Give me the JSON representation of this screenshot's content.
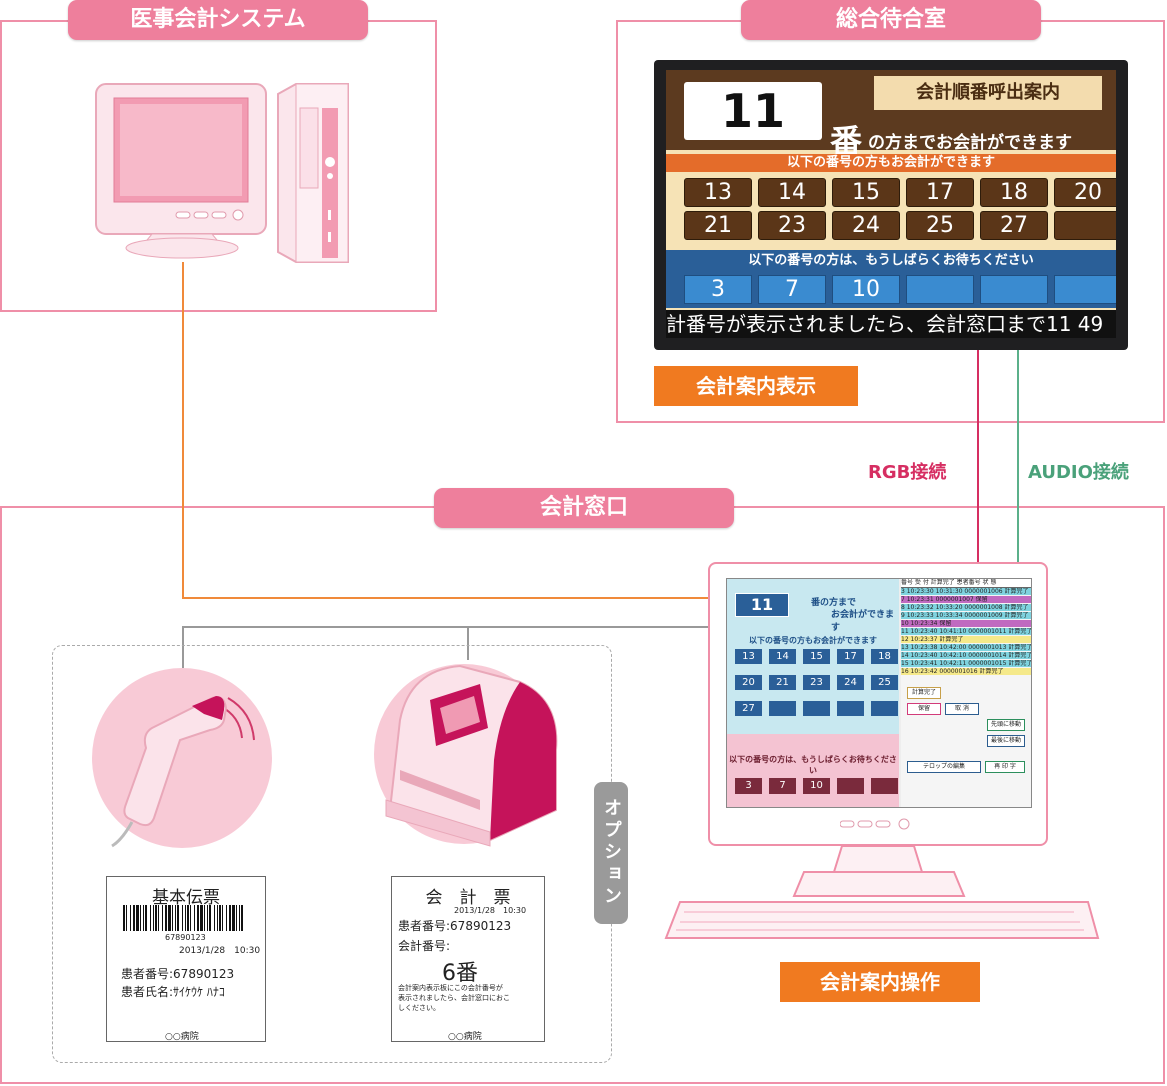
{
  "sections": {
    "accounting_system": "医事会計システム",
    "waiting_room": "総合待合室",
    "counter": "会計窓口"
  },
  "labels": {
    "display": "会計案内表示",
    "operation": "会計案内操作",
    "rgb": "RGB接続",
    "audio": "AUDIO接続",
    "option": "オプション"
  },
  "colors": {
    "pink": "#ee7f9c",
    "orange": "#f07a20",
    "rgb_line": "#d62e62",
    "audio_line": "#5bb08a"
  },
  "display_screen": {
    "current_number": "11",
    "guide_title": "会計順番呼出案内",
    "banner_ban": "番",
    "banner_rest": "の方までお会計ができます",
    "ready_heading": "以下の番号の方もお会計ができます",
    "ready_numbers": [
      "13",
      "14",
      "15",
      "17",
      "18",
      "20",
      "21",
      "23",
      "24",
      "25",
      "27",
      ""
    ],
    "wait_heading": "以下の番号の方は、もうしばらくお待ちください",
    "wait_numbers": [
      "3",
      "7",
      "10",
      "",
      "",
      ""
    ],
    "ticker": "計番号が表示されましたら、会計窓口まで11 49"
  },
  "operation_screen": {
    "current_number": "11",
    "banner_line1": "番の方まで",
    "banner_line2": "お会計ができます",
    "ready_heading": "以下の番号の方もお会計ができます",
    "ready_numbers": [
      "13",
      "14",
      "15",
      "17",
      "18",
      "20",
      "21",
      "23",
      "24",
      "25",
      "27",
      "",
      "",
      "",
      ""
    ],
    "wait_heading": "以下の番号の方は、もうしばらくお待ちください",
    "wait_numbers": [
      "3",
      "7",
      "10",
      "",
      ""
    ],
    "table_header": [
      "番号",
      "受 付",
      "計算完了",
      "患者番号",
      "状 態"
    ],
    "rows": [
      [
        "3",
        "10:23:30",
        "10:31:30",
        "0000001006",
        "計算完了"
      ],
      [
        "7",
        "10:23:31",
        "",
        "0000001007",
        "保留"
      ],
      [
        "8",
        "10:23:32",
        "10:33:20",
        "0000001008",
        "計算完了"
      ],
      [
        "9",
        "10:23:33",
        "10:33:34",
        "0000001009",
        "計算完了"
      ],
      [
        "10",
        "10:23:34",
        "",
        "",
        "保留"
      ],
      [
        "11",
        "10:23:40",
        "10:41:10",
        "0000001011",
        "計算完了"
      ],
      [
        "12",
        "10:23:37",
        "",
        "",
        "計算完了"
      ],
      [
        "13",
        "10:23:38",
        "10:42:00",
        "0000001013",
        "計算完了"
      ],
      [
        "14",
        "10:23:40",
        "10:42:10",
        "0000001014",
        "計算完了"
      ],
      [
        "15",
        "10:23:41",
        "10:42:11",
        "0000001015",
        "計算完了"
      ],
      [
        "16",
        "10:23:42",
        "",
        "0000001016",
        "計算完了"
      ]
    ],
    "buttons": {
      "b1": "計算完了",
      "b2": "保留",
      "b3": "取 消",
      "b4": "先頭に移動",
      "b5": "最後に移動",
      "telop": "テロップの編集",
      "print": "再 印 字"
    }
  },
  "ticket_basic": {
    "title": "基本伝票",
    "barcode_number": "67890123",
    "datetime": "2013/1/28　10:30",
    "patient_no": "患者番号:67890123",
    "patient_name": "患者氏名:ｻｲｹｳｹ ﾊﾅｺ",
    "hospital": "○○病院"
  },
  "ticket_accounting": {
    "title": "会　計　票",
    "datetime": "2013/1/28　10:30",
    "patient_no": "患者番号:67890123",
    "acc_label": "会計番号:",
    "acc_number": "6番",
    "note1": "会計案内表示板にこの会計番号が",
    "note2": "表示されましたら、会計窓口におこ",
    "note3": "しください。",
    "hospital": "○○病院"
  }
}
